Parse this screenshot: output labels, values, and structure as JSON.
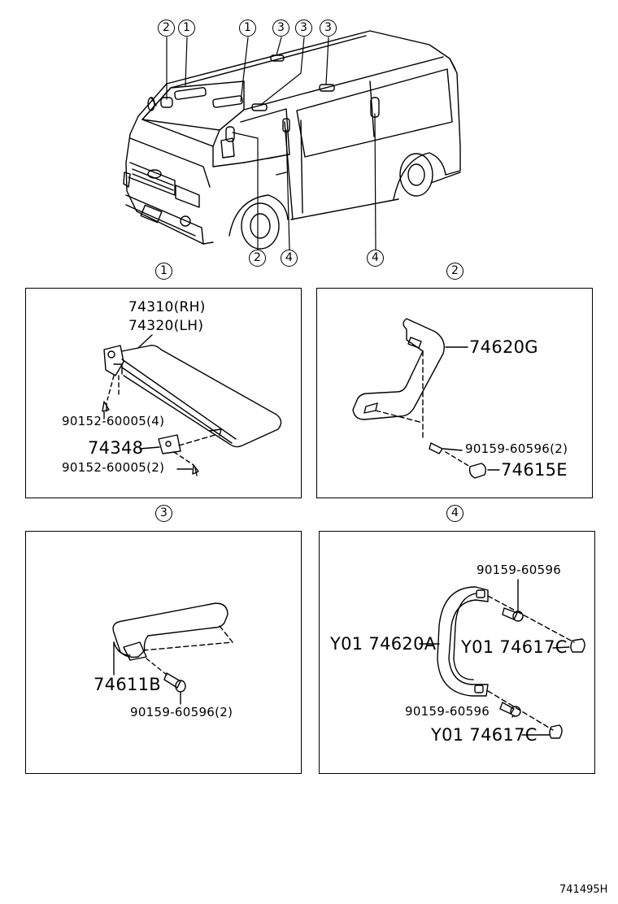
{
  "callouts": {
    "top": [
      "2",
      "1",
      "1",
      "3",
      "3",
      "3"
    ],
    "bottom": [
      "2",
      "4",
      "4"
    ],
    "panel_heads": [
      "1",
      "2",
      "3",
      "4"
    ]
  },
  "panel1": {
    "visor_rh": "74310(RH)",
    "visor_lh": "74320(LH)",
    "screw_a": "90152-60005(4)",
    "holder": "74348",
    "screw_b": "90152-60005(2)"
  },
  "panel2": {
    "grip": "74620G",
    "screw": "90159-60596(2)",
    "cap": "74615E"
  },
  "panel3": {
    "grip": "74611B",
    "screw": "90159-60596(2)"
  },
  "panel4": {
    "screw_top": "90159-60596",
    "grip": "Y01 74620A",
    "cap_top": "Y01 74617C",
    "screw_bottom": "90159-60596",
    "cap_bottom": "Y01 74617C"
  },
  "figure_number": "741495H"
}
